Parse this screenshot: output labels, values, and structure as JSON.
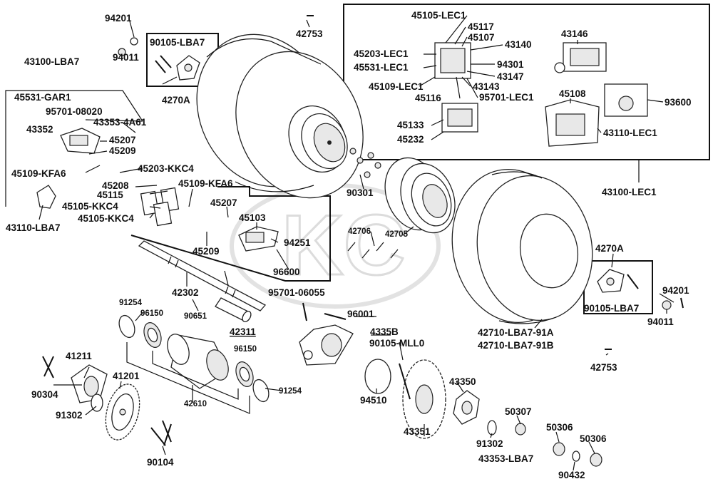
{
  "labels": {
    "p94201_tl": "94201",
    "p94011_tl": "94011",
    "p90105_LBA7_tl": "90105-LBA7",
    "p4270A_tl": "4270A",
    "p42753_t": "42753",
    "p43100_LBA7": "43100-LBA7",
    "p45531_GAR1": "45531-GAR1",
    "p95701_08020": "95701-08020",
    "p43352": "43352",
    "p43353_4A61": "43353-4A61",
    "p45207_a": "45207",
    "p45209_a": "45209",
    "p45109_KFA6_a": "45109-KFA6",
    "p45203_KKC4": "45203-KKC4",
    "p45208": "45208",
    "p45115": "45115",
    "p45105_KKC4_a": "45105-KKC4",
    "p45105_KKC4_b": "45105-KKC4",
    "p43110_LBA7": "43110-LBA7",
    "p45109_KFA6_b": "45109-KFA6",
    "p45207_b": "45207",
    "p45103": "45103",
    "p94251": "94251",
    "p45209_b": "45209",
    "p96600": "96600",
    "p42302": "42302",
    "p90651": "90651",
    "p42311": "42311",
    "p91254_a": "91254",
    "p96150_a": "96150",
    "p96150_b": "96150",
    "p91254_b": "91254",
    "p41211": "41211",
    "p90304": "90304",
    "p41201": "41201",
    "p91302_a": "91302",
    "p42610": "42610",
    "p90104": "90104",
    "p95701_06055": "95701-06055",
    "p96001": "96001",
    "p4335B": "4335B",
    "p90105_MLL0": "90105-MLL0",
    "p94510": "94510",
    "p43350": "43350",
    "p43351": "43351",
    "p91302_b": "91302",
    "p50307": "50307",
    "p43353_LBA7": "43353-LBA7",
    "p50306_a": "50306",
    "p50306_b": "50306",
    "p90432": "90432",
    "p90301": "90301",
    "p42706": "42706",
    "p42705": "42705",
    "p42710_a": "42710-LBA7-91A",
    "p42710_b": "42710-LBA7-91B",
    "p4270A_r": "4270A",
    "p90105_LBA7_r": "90105-LBA7",
    "p94201_r": "94201",
    "p94011_r": "94011",
    "p42753_b": "42753",
    "p43100_LEC1": "43100-LEC1",
    "p45105_LEC1": "45105-LEC1",
    "p45117": "45117",
    "p45107": "45107",
    "p43140": "43140",
    "p45203_LEC1": "45203-LEC1",
    "p45531_LEC1": "45531-LEC1",
    "p94301": "94301",
    "p43147": "43147",
    "p45109_LEC1": "45109-LEC1",
    "p43143": "43143",
    "p45116": "45116",
    "p95701_LEC1": "95701-LEC1",
    "p45133": "45133",
    "p45232": "45232",
    "p43146": "43146",
    "p45108": "45108",
    "p93600": "93600",
    "p43110_LEC1": "43110-LEC1"
  },
  "watermark": "KC"
}
